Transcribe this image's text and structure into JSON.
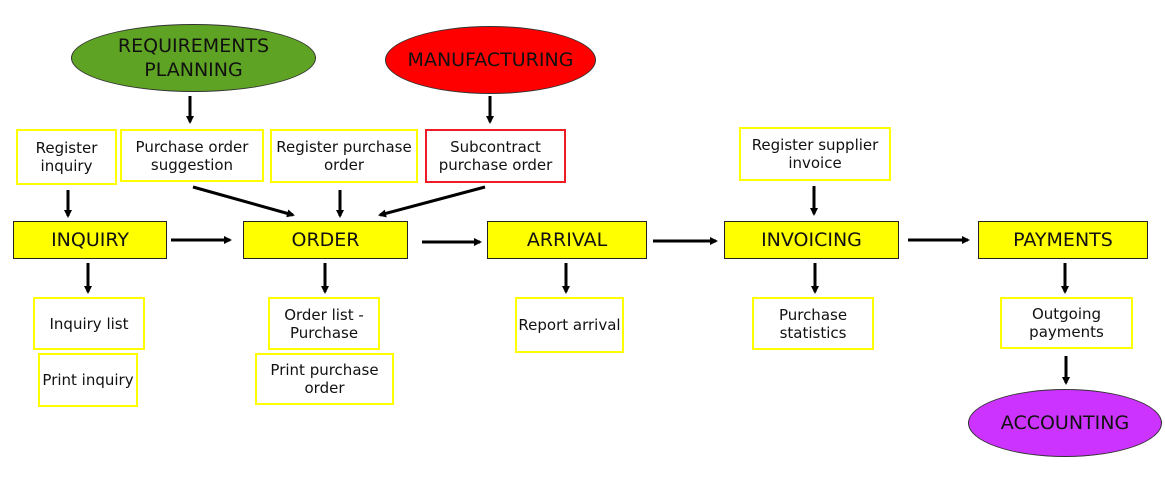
{
  "title": "Purchase process flow",
  "sources": {
    "requirements_planning": {
      "label": "REQUIREMENTS PLANNING",
      "color": "#5ea323"
    },
    "manufacturing": {
      "label": "MANUFACTURING",
      "color": "#ff0000"
    },
    "accounting": {
      "label": "ACCOUNTING",
      "color": "#cc33ff"
    }
  },
  "stages": [
    {
      "id": "inquiry",
      "label": "INQUIRY"
    },
    {
      "id": "order",
      "label": "ORDER"
    },
    {
      "id": "arrival",
      "label": "ARRIVAL"
    },
    {
      "id": "invoicing",
      "label": "INVOICING"
    },
    {
      "id": "payments",
      "label": "PAYMENTS"
    }
  ],
  "inputs": {
    "register_inquiry": "Register inquiry",
    "purchase_order_suggestion": "Purchase order suggestion",
    "register_purchase_order": "Register purchase order",
    "subcontract_purchase_order": "Subcontract purchase order",
    "register_supplier_invoice": "Register supplier invoice"
  },
  "outputs": {
    "inquiry_list": "Inquiry list",
    "print_inquiry": "Print inquiry",
    "order_list_purchase": "Order list - Purchase",
    "print_purchase_order": "Print purchase order",
    "report_arrival": "Report arrival",
    "purchase_statistics": "Purchase statistics",
    "outgoing_payments": "Outgoing payments"
  },
  "colors": {
    "stage_fill": "#ffff00",
    "box_border": "#ffff00",
    "subcontract_border": "#ee1c25"
  }
}
